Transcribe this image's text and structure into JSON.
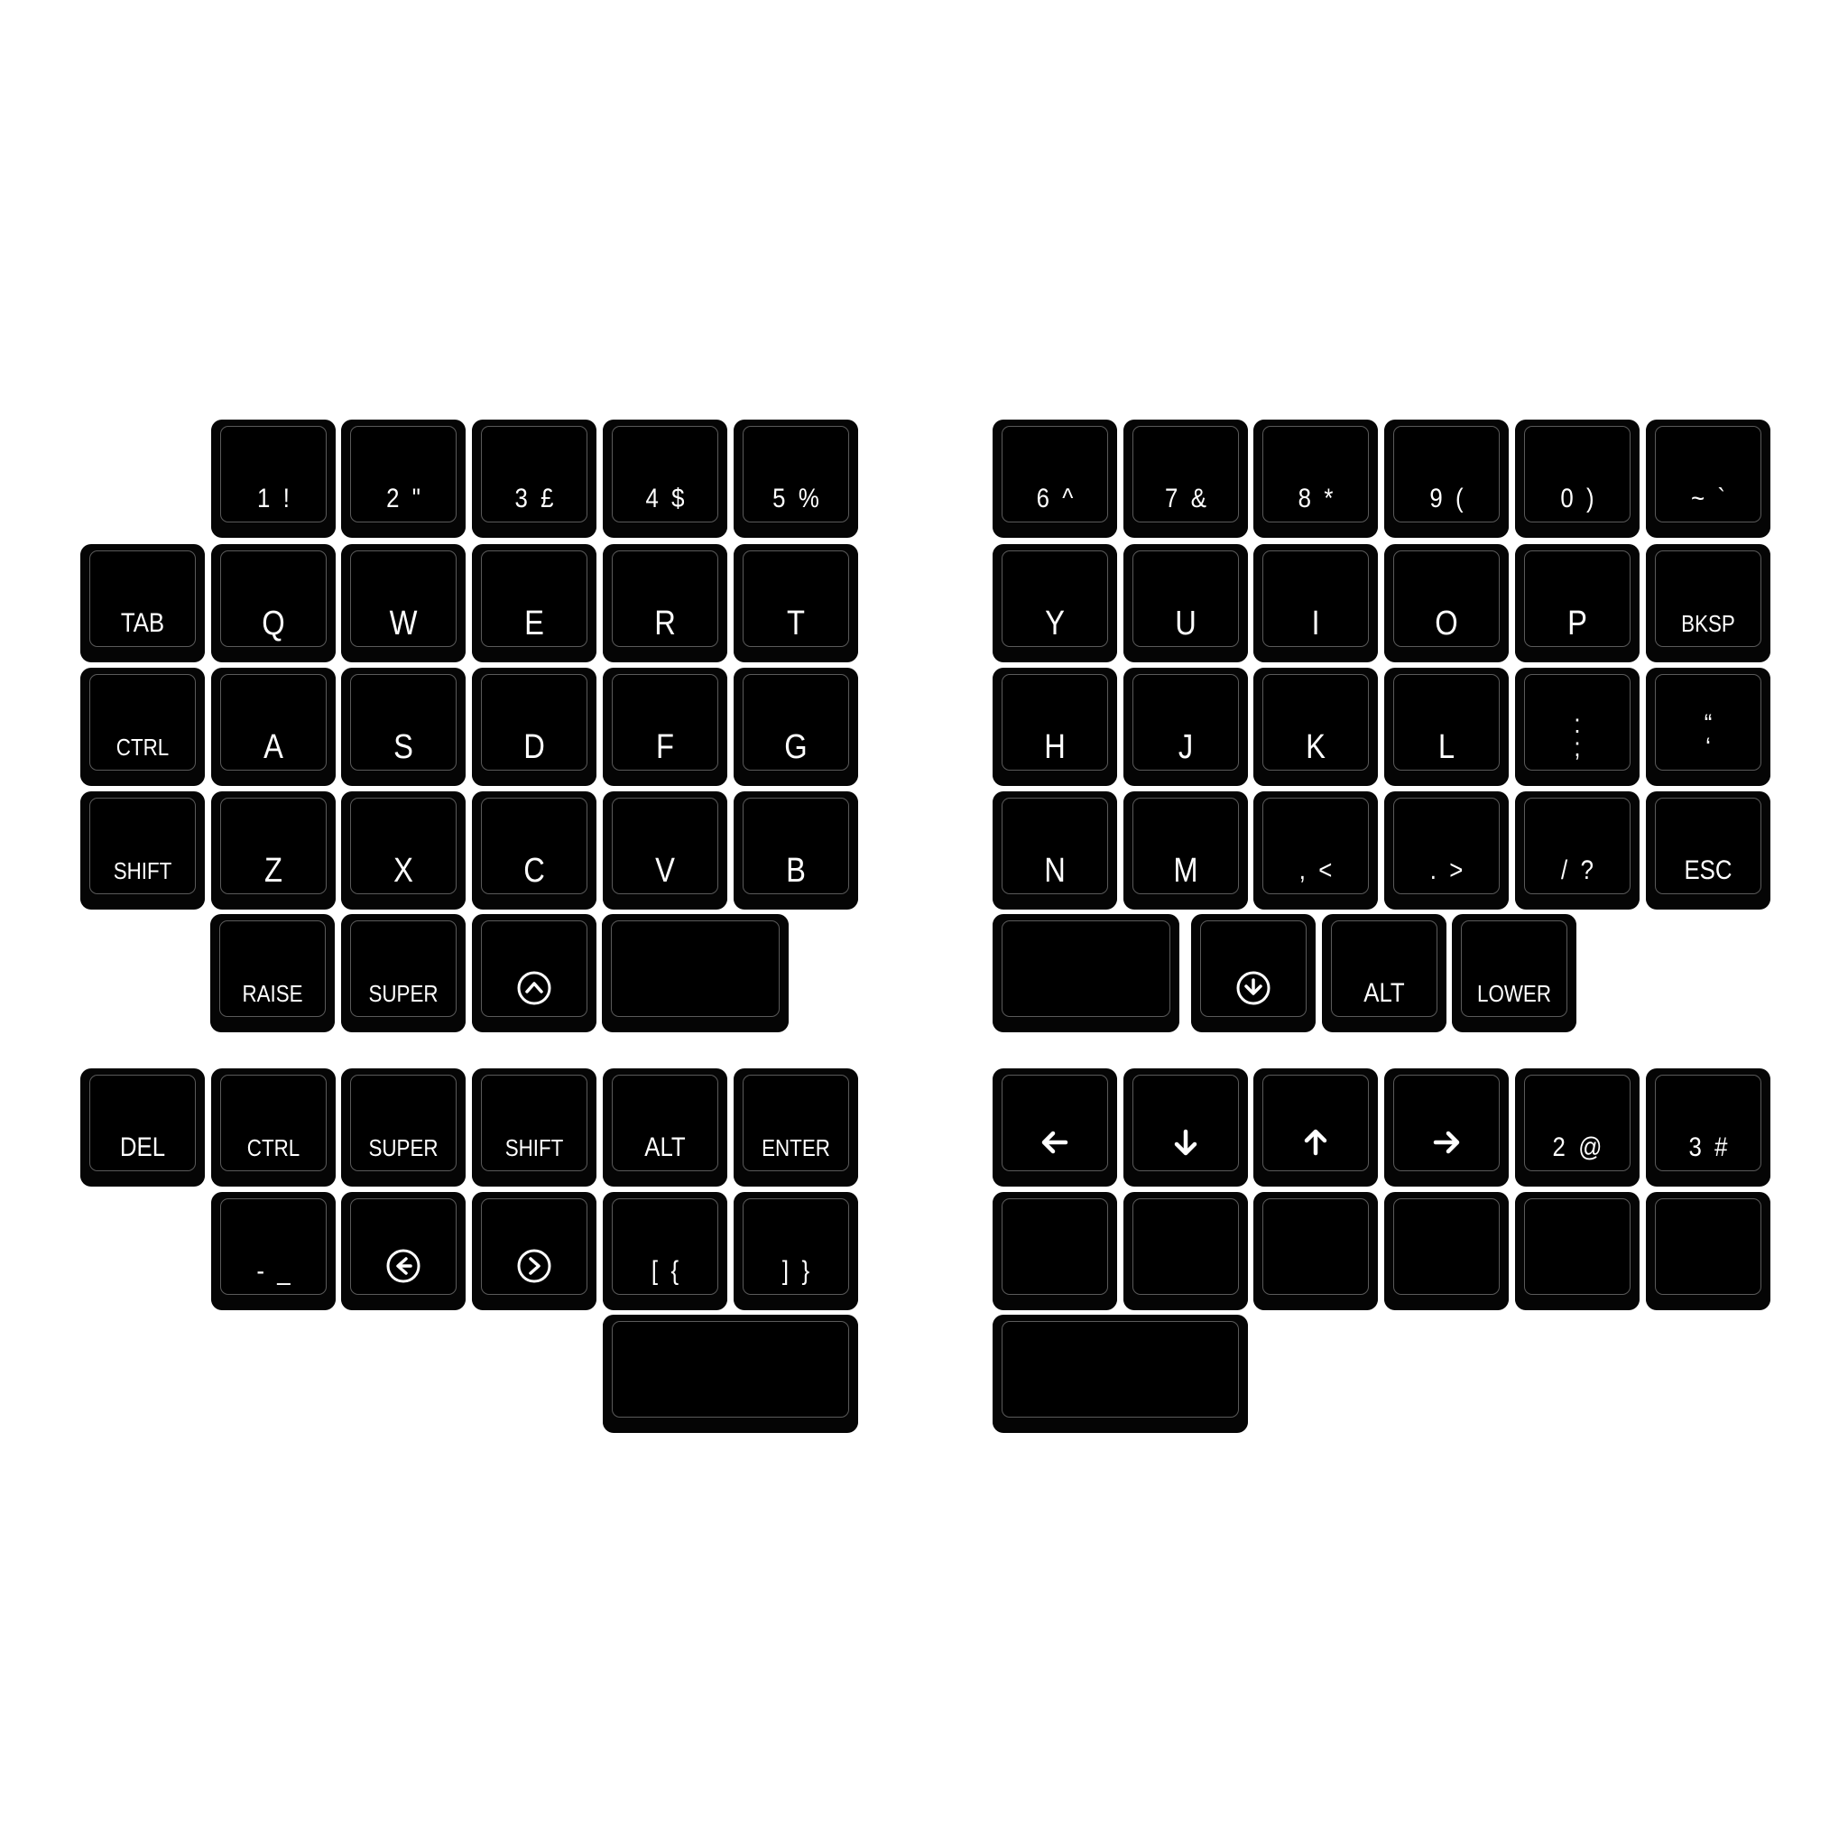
{
  "keyboard": {
    "halves": [
      {
        "name": "left",
        "keys": [
          {
            "legend": "1  !"
          },
          {
            "legend": "2  \""
          },
          {
            "legend": "3  £"
          },
          {
            "legend": "4  $"
          },
          {
            "legend": "5  %"
          },
          {
            "legend": "TAB"
          },
          {
            "legend": "Q"
          },
          {
            "legend": "W"
          },
          {
            "legend": "E"
          },
          {
            "legend": "R"
          },
          {
            "legend": "T"
          },
          {
            "legend": "CTRL"
          },
          {
            "legend": "A"
          },
          {
            "legend": "S"
          },
          {
            "legend": "D"
          },
          {
            "legend": "F"
          },
          {
            "legend": "G"
          },
          {
            "legend": "SHIFT"
          },
          {
            "legend": "Z"
          },
          {
            "legend": "X"
          },
          {
            "legend": "C"
          },
          {
            "legend": "V"
          },
          {
            "legend": "B"
          },
          {
            "legend": "RAISE"
          },
          {
            "legend": "SUPER"
          },
          {
            "legend": "",
            "icon": "circle-chevron-up-icon"
          },
          {
            "legend": ""
          },
          {
            "legend": "DEL"
          },
          {
            "legend": "CTRL"
          },
          {
            "legend": "SUPER"
          },
          {
            "legend": "SHIFT"
          },
          {
            "legend": "ALT"
          },
          {
            "legend": "ENTER"
          },
          {
            "legend": "-  _"
          },
          {
            "legend": "",
            "icon": "circle-chevron-left-icon"
          },
          {
            "legend": "",
            "icon": "circle-chevron-right-icon"
          },
          {
            "legend": "[  {"
          },
          {
            "legend": "]  }"
          },
          {
            "legend": ""
          }
        ]
      },
      {
        "name": "right",
        "keys": [
          {
            "legend": "6  ^"
          },
          {
            "legend": "7  &"
          },
          {
            "legend": "8  *"
          },
          {
            "legend": "9  ("
          },
          {
            "legend": "0  )"
          },
          {
            "legend": "~  `"
          },
          {
            "legend": "Y"
          },
          {
            "legend": "U"
          },
          {
            "legend": "I"
          },
          {
            "legend": "O"
          },
          {
            "legend": "P"
          },
          {
            "legend": "BKSP"
          },
          {
            "legend": "H"
          },
          {
            "legend": "J"
          },
          {
            "legend": "K"
          },
          {
            "legend": "L"
          },
          {
            "legend": ":\n;"
          },
          {
            "legend": "“\n‘"
          },
          {
            "legend": "N"
          },
          {
            "legend": "M"
          },
          {
            "legend": ",  <"
          },
          {
            "legend": ".  >"
          },
          {
            "legend": "/  ?"
          },
          {
            "legend": "ESC"
          },
          {
            "legend": ""
          },
          {
            "legend": "",
            "icon": "circle-arrow-down-icon"
          },
          {
            "legend": "ALT"
          },
          {
            "legend": "LOWER"
          },
          {
            "legend": "",
            "icon": "arrow-left-icon"
          },
          {
            "legend": "",
            "icon": "arrow-down-icon"
          },
          {
            "legend": "",
            "icon": "arrow-up-icon"
          },
          {
            "legend": "",
            "icon": "arrow-right-icon"
          },
          {
            "legend": "2  @"
          },
          {
            "legend": "3  #"
          },
          {
            "legend": ""
          },
          {
            "legend": ""
          },
          {
            "legend": ""
          },
          {
            "legend": ""
          },
          {
            "legend": ""
          },
          {
            "legend": ""
          },
          {
            "legend": ""
          }
        ]
      }
    ]
  }
}
